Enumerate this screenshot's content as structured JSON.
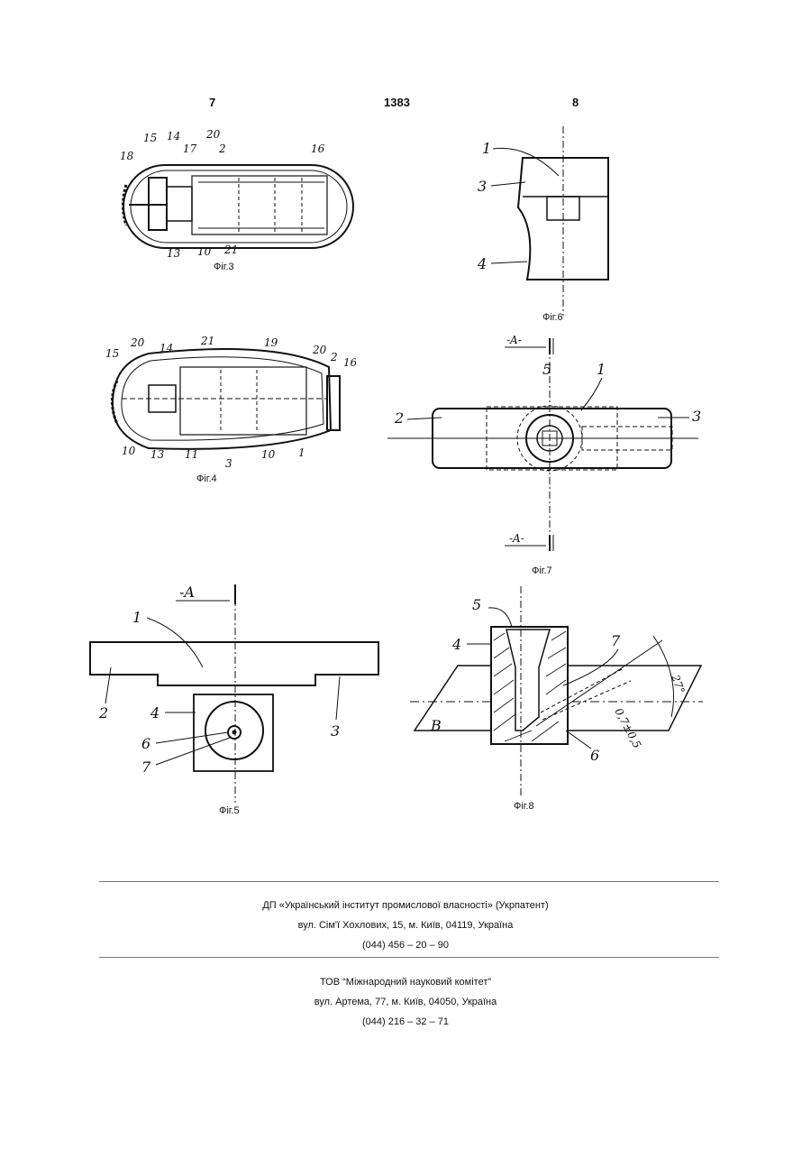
{
  "header": {
    "page_left": "7",
    "patent_number": "1383",
    "page_right": "8"
  },
  "figures": {
    "fig3": {
      "caption": "Фіг.3",
      "labels": [
        "18",
        "15",
        "14",
        "17",
        "20",
        "2",
        "16",
        "13",
        "10",
        "21"
      ]
    },
    "fig4": {
      "caption": "Фіг.4",
      "labels": [
        "15",
        "20",
        "14",
        "21",
        "19",
        "20",
        "2",
        "16",
        "10",
        "13",
        "11",
        "3",
        "10",
        "1"
      ]
    },
    "fig5": {
      "caption": "Фіг.5",
      "labels": [
        "-A",
        "1",
        "2",
        "4",
        "3",
        "6",
        "7"
      ]
    },
    "fig6": {
      "caption": "Фіг.6",
      "labels": [
        "1",
        "3",
        "4"
      ]
    },
    "fig7": {
      "caption": "Фіг.7",
      "labels": [
        "-A-",
        "5",
        "1",
        "2",
        "3",
        "-A-"
      ]
    },
    "fig8": {
      "caption": "Фіг.8",
      "labels": [
        "5",
        "4",
        "7",
        "B",
        "6",
        "0,7±0,5",
        "27°"
      ]
    }
  },
  "footer": {
    "block1": {
      "line1": "ДП «Український інститут промислової власності» (Укрпатент)",
      "line2": "вул. Сім'ї Хохлових, 15, м. Київ, 04119, Україна",
      "line3": "(044) 456 – 20 – 90"
    },
    "block2": {
      "line1": "ТОВ “Міжнародний науковий комітет”",
      "line2": "вул. Артема, 77, м. Київ, 04050, Україна",
      "line3": "(044) 216 – 32 – 71"
    }
  }
}
